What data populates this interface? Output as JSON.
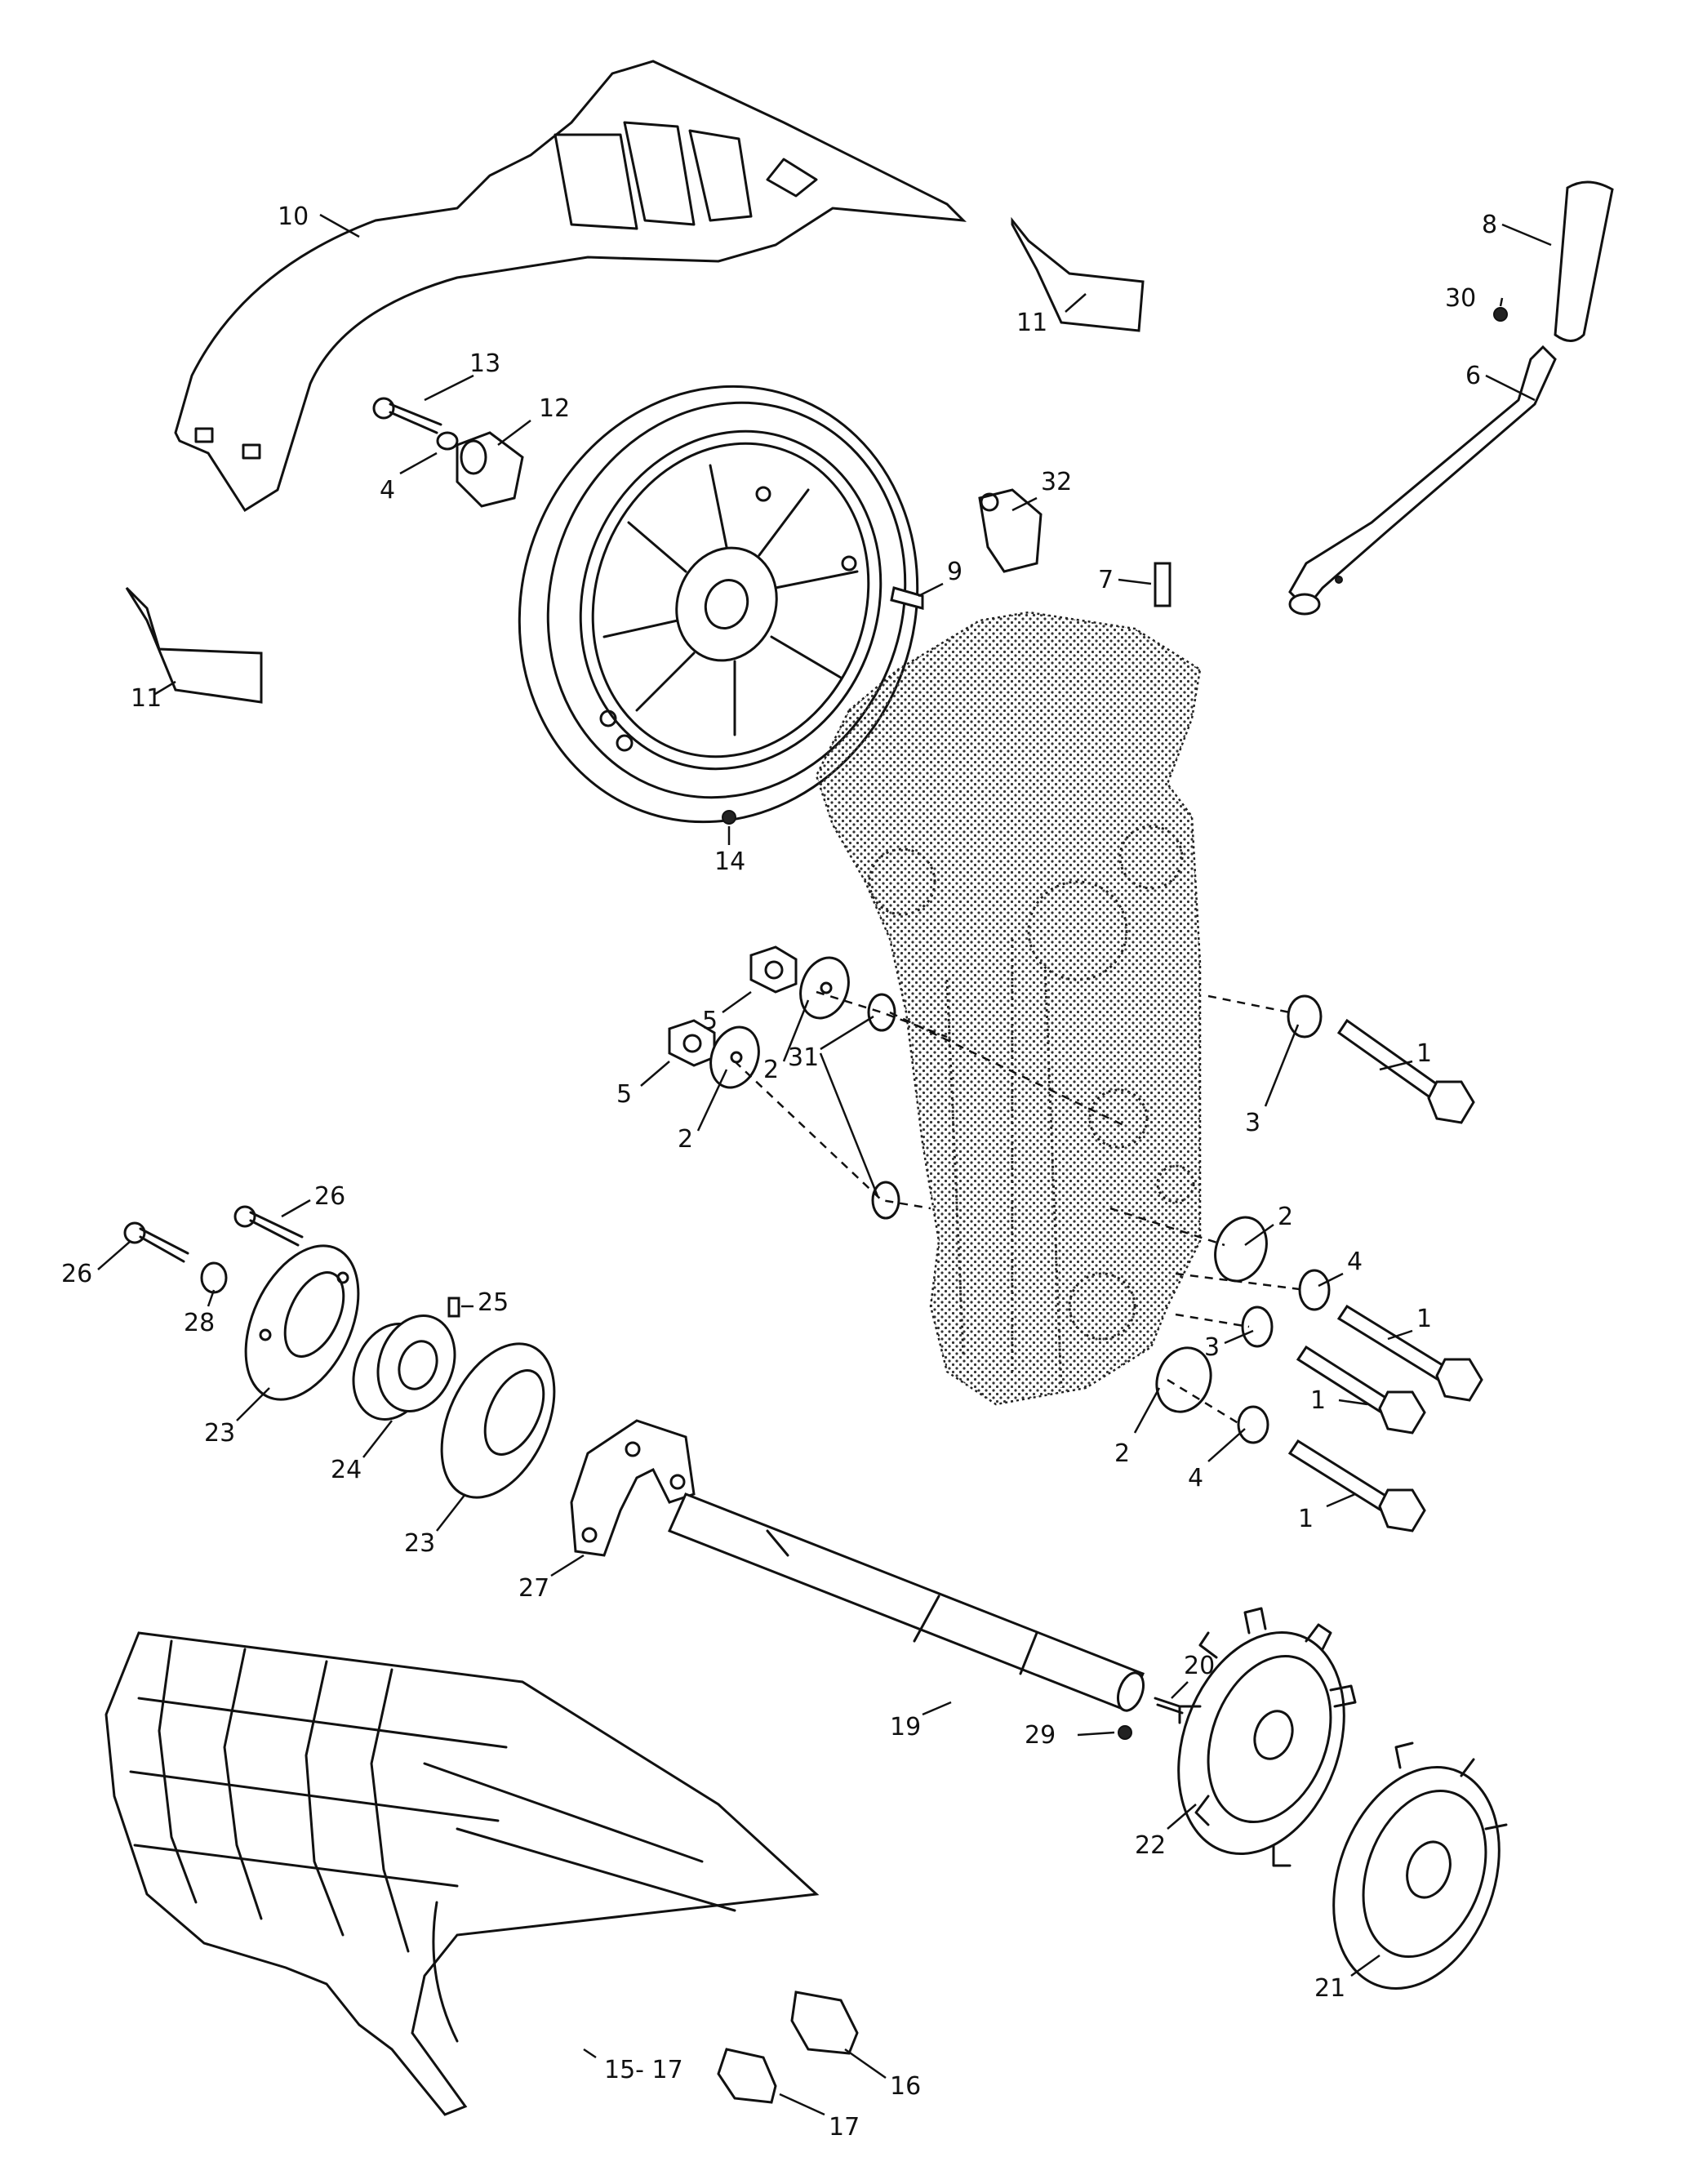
{
  "labels": [
    {
      "id": "l10",
      "text": "10"
    },
    {
      "id": "l11a",
      "text": "11"
    },
    {
      "id": "l11b",
      "text": "11"
    },
    {
      "id": "l8",
      "text": "8"
    },
    {
      "id": "l30",
      "text": "30"
    },
    {
      "id": "l6",
      "text": "6"
    },
    {
      "id": "l13",
      "text": "13"
    },
    {
      "id": "l12",
      "text": "12"
    },
    {
      "id": "l4a",
      "text": "4"
    },
    {
      "id": "l32",
      "text": "32"
    },
    {
      "id": "l9",
      "text": "9"
    },
    {
      "id": "l7",
      "text": "7"
    },
    {
      "id": "l14",
      "text": "14"
    },
    {
      "id": "l5a",
      "text": "5"
    },
    {
      "id": "l2a",
      "text": "2"
    },
    {
      "id": "l31",
      "text": "31"
    },
    {
      "id": "l5b",
      "text": "5"
    },
    {
      "id": "l2b",
      "text": "2"
    },
    {
      "id": "l3a",
      "text": "3"
    },
    {
      "id": "l1a",
      "text": "1"
    },
    {
      "id": "l26a",
      "text": "26"
    },
    {
      "id": "l26b",
      "text": "26"
    },
    {
      "id": "l28",
      "text": "28"
    },
    {
      "id": "l25",
      "text": "25"
    },
    {
      "id": "l23a",
      "text": "23"
    },
    {
      "id": "l24",
      "text": "24"
    },
    {
      "id": "l23b",
      "text": "23"
    },
    {
      "id": "l2c",
      "text": "2"
    },
    {
      "id": "l4b",
      "text": "4"
    },
    {
      "id": "l1b",
      "text": "1"
    },
    {
      "id": "l3b",
      "text": "3"
    },
    {
      "id": "l1c",
      "text": "1"
    },
    {
      "id": "l2d",
      "text": "2"
    },
    {
      "id": "l4c",
      "text": "4"
    },
    {
      "id": "l1d",
      "text": "1"
    },
    {
      "id": "l27",
      "text": "27"
    },
    {
      "id": "l19",
      "text": "19"
    },
    {
      "id": "l20",
      "text": "20"
    },
    {
      "id": "l29",
      "text": "29"
    },
    {
      "id": "l22",
      "text": "22"
    },
    {
      "id": "l21",
      "text": "21"
    },
    {
      "id": "l16",
      "text": "16"
    },
    {
      "id": "l15",
      "text": "15- 17"
    },
    {
      "id": "l17",
      "text": "17"
    }
  ]
}
